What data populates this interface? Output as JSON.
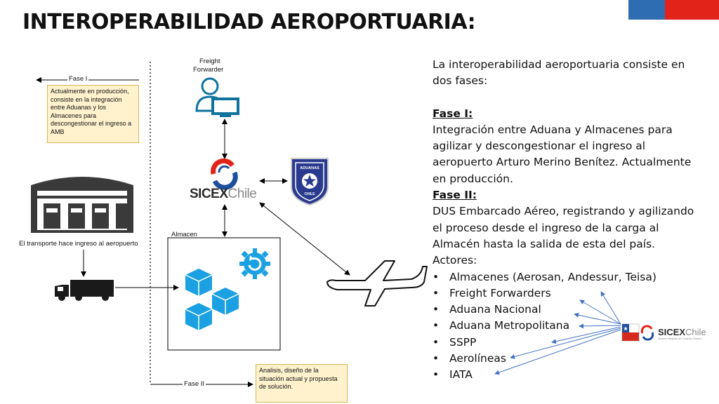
{
  "title": "INTEROPERABILIDAD AEROPORTUARIA:",
  "diagram": {
    "fase1_label": "Fase I",
    "fase1_note": "Actualmente en producción, consiste en la integración entre Aduanas y los Almacenes para descongestionar el ingreso a AMB",
    "fase2_label": "Fase II",
    "fase2_note": "Analisis, diseño de la situación actual y propuesta de solución.",
    "freight_line1": "Freight",
    "freight_line2": "Forwarder",
    "transport_caption": "El transporte hace ingreso al aeropuerto",
    "almacen_label": "Almacen",
    "sicex_bold": "SICEX",
    "sicex_light": "Chile",
    "aduanas_badge": "ADUANAS",
    "aduanas_badge_bottom": "CHILE"
  },
  "description": {
    "intro": "La interoperabilidad aeroportuaria consiste en dos fases:",
    "fase1_heading": "Fase I:",
    "fase1_body": "Integración entre Aduana y Almacenes para agilizar y descongestionar el ingreso al aeropuerto Arturo Merino Benítez. Actualmente en producción.",
    "fase2_heading": "Fase II:",
    "fase2_body": "DUS Embarcado Aéreo, registrando y agilizando el proceso desde el ingreso de la carga al Almacén hasta la salida de esta del país.",
    "actores_label": "Actores:",
    "actores": [
      "Almacenes (Aerosan, Andessur, Teisa)",
      "Freight Forwarders",
      "Aduana Nacional",
      "Aduana Metropolitana",
      "SSPP",
      "Aerolíneas",
      "IATA"
    ]
  },
  "sicex_logo_small": {
    "bold": "SICEX",
    "light": "Chile",
    "subtitle": "Sistema Integrado de Comercio Exterior"
  },
  "colors": {
    "flag_blue": "#2f6db3",
    "flag_red": "#e2231a",
    "note_fill": "#fff2cc",
    "note_border": "#d6b656",
    "icon_blue": "#1ba1e2",
    "icon_dark": "#10739e",
    "arrow_blue": "#4472c4"
  }
}
